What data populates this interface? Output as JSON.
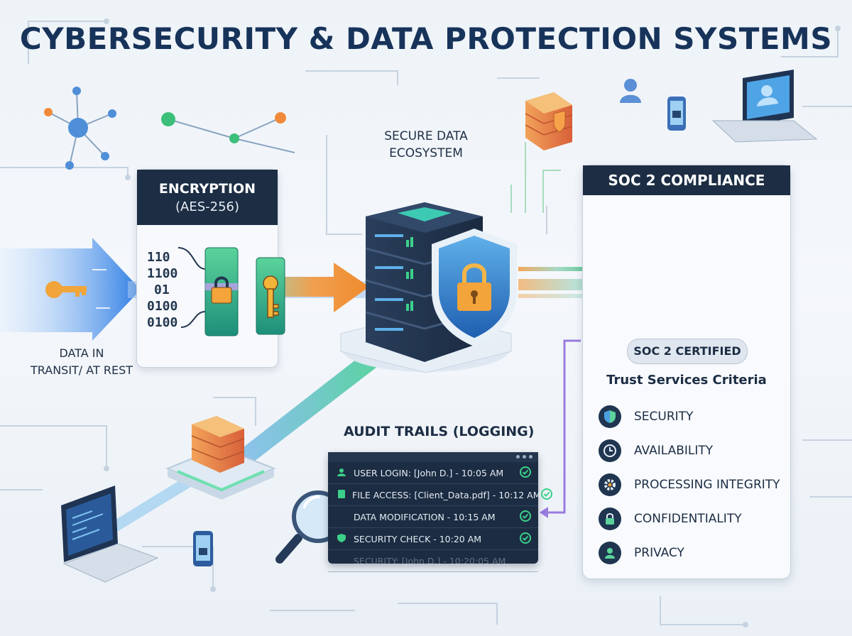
{
  "title": "CYBERSECURITY & DATA PROTECTION SYSTEMS",
  "ecosystem_label": [
    "SECURE DATA",
    "ECOSYSTEM"
  ],
  "data_transit_label": [
    "DATA IN",
    "TRANSIT/ AT REST"
  ],
  "encryption": {
    "title": "ENCRYPTION",
    "subtitle": "(AES-256)",
    "binary": [
      "110",
      "1100",
      "01",
      "0100",
      "0100"
    ]
  },
  "soc": {
    "header": "SOC 2 COMPLIANCE",
    "badge": "SOC 2 CERTIFIED",
    "criteria_title": "Trust Services Criteria",
    "criteria": [
      {
        "label": "SECURITY",
        "icon": "shield-icon"
      },
      {
        "label": "AVAILABILITY",
        "icon": "clock-icon"
      },
      {
        "label": "PROCESSING INTEGRITY",
        "icon": "gear-icon"
      },
      {
        "label": "CONFIDENTIALITY",
        "icon": "lock-icon"
      },
      {
        "label": "PRIVACY",
        "icon": "user-icon"
      }
    ]
  },
  "audit": {
    "title": "AUDIT TRAILS (LOGGING)",
    "entries": [
      "USER LOGIN: [John D.] - 10:05 AM",
      "FILE ACCESS: [Client_Data.pdf] - 10:12 AM",
      "DATA MODIFICATION - 10:15 AM",
      "SECURITY CHECK - 10:20 AM",
      "SECURITY: [John D.] - 10:20:05 AM"
    ]
  },
  "colors": {
    "navy": "#1c2d44",
    "title": "#17335a",
    "green": "#2fb36a",
    "blue_arrow": "#2f7fe0",
    "orange_arrow": "#f29a3a",
    "purple_line": "#9a7be0"
  }
}
